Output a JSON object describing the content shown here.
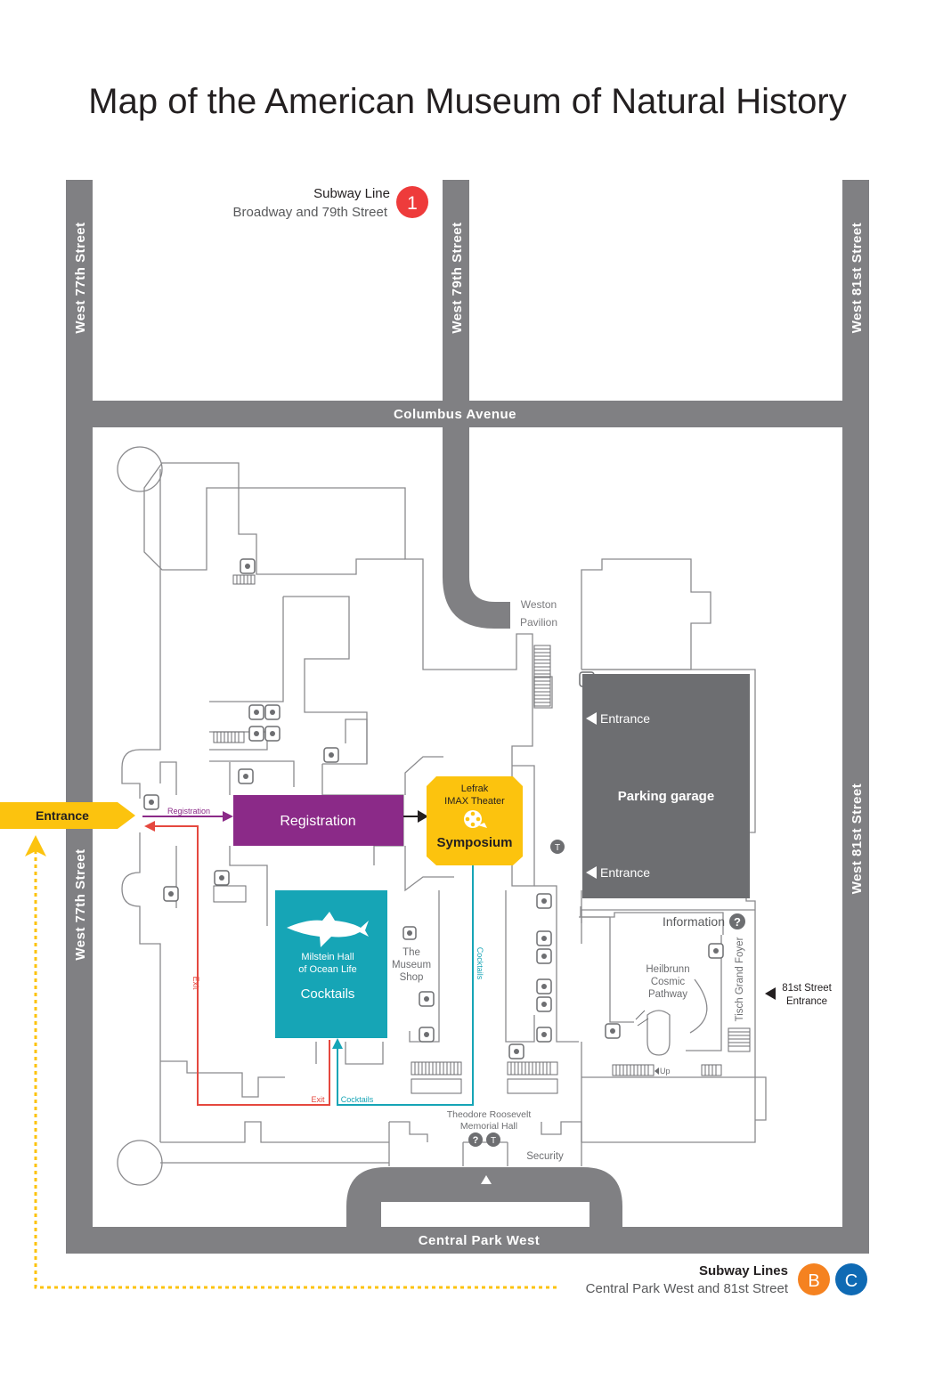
{
  "title": "Map of the American Museum of Natural History",
  "streets": {
    "w77_top": "West 77th Street",
    "w79": "West 79th Street",
    "w81_top": "West 81st Street",
    "w77_bottom": "West 77th Street",
    "w81_bottom": "West 81st Street",
    "columbus": "Columbus Avenue",
    "cpw": "Central Park West"
  },
  "subway_top": {
    "title": "Subway Line",
    "sub": "Broadway and 79th Street",
    "line": "1"
  },
  "subway_bottom": {
    "title": "Subway Lines",
    "sub": "Central Park West and 81st Street",
    "lines": [
      "B",
      "C"
    ]
  },
  "entrance_left": "Entrance",
  "registration": "Registration",
  "registration_arrow": "Registration",
  "imax": {
    "line1": "Lefrak",
    "line2": "IMAX Theater",
    "event": "Symposium"
  },
  "ocean": {
    "line1": "Milstein Hall",
    "line2": "of Ocean Life",
    "event": "Cocktails"
  },
  "route_labels": {
    "exit_v": "Exit",
    "exit_h": "Exit",
    "cocktails_v": "Cocktails",
    "cocktails_h": "Cocktails"
  },
  "parking": {
    "label": "Parking garage",
    "entrance1": "Entrance",
    "entrance2": "Entrance"
  },
  "weston": {
    "line1": "Weston",
    "line2": "Pavilion"
  },
  "information": "Information",
  "museum_shop": {
    "line1": "The",
    "line2": "Museum",
    "line3": "Shop"
  },
  "heilbrunn": {
    "line1": "Heilbrunn",
    "line2": "Cosmic",
    "line3": "Pathway"
  },
  "tisch": "Tisch Grand Foyer",
  "entrance_81": {
    "line1": "81st Street",
    "line2": "Entrance"
  },
  "roosevelt": {
    "line1": "Theodore Roosevelt",
    "line2": "Memorial Hall"
  },
  "security": "Security",
  "up": "Up",
  "colors": {
    "street": "#808083",
    "registration": "#8b2a88",
    "imax": "#fcc30e",
    "ocean": "#16a5b6",
    "parking": "#6d6e71",
    "entrance_yellow": "#fcc30e",
    "exit_route": "#e5483f",
    "subway_1": "#ee3b3b",
    "subway_b": "#f58220",
    "subway_c": "#0f6ab4"
  },
  "icons": [
    "restroom-icon",
    "accessible-icon",
    "information-icon",
    "food-icon",
    "elevator-icon",
    "film-reel-icon",
    "shark-icon",
    "shop-icon",
    "stairs-icon"
  ]
}
